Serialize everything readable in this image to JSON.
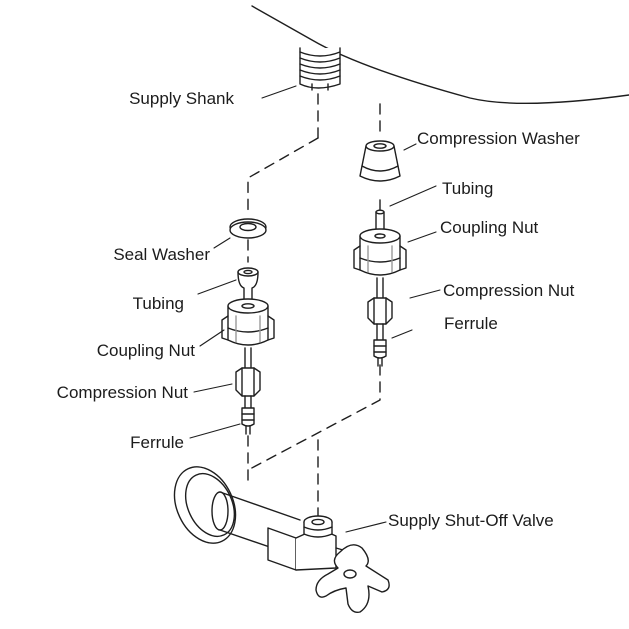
{
  "labels": {
    "supply_shank": "Supply Shank",
    "compression_washer": "Compression Washer",
    "tubing_right": "Tubing",
    "coupling_nut_right": "Coupling Nut",
    "compression_nut_right": "Compression Nut",
    "ferrule_right": "Ferrule",
    "seal_washer": "Seal Washer",
    "tubing_left": "Tubing",
    "coupling_nut_left": "Coupling Nut",
    "compression_nut_left": "Compression Nut",
    "ferrule_left": "Ferrule",
    "shut_off_valve": "Supply Shut-Off Valve"
  },
  "colors": {
    "line": "#1e1e1e",
    "text": "#1c1c1c",
    "background": "#ffffff",
    "shade": "#9a9a9a"
  }
}
